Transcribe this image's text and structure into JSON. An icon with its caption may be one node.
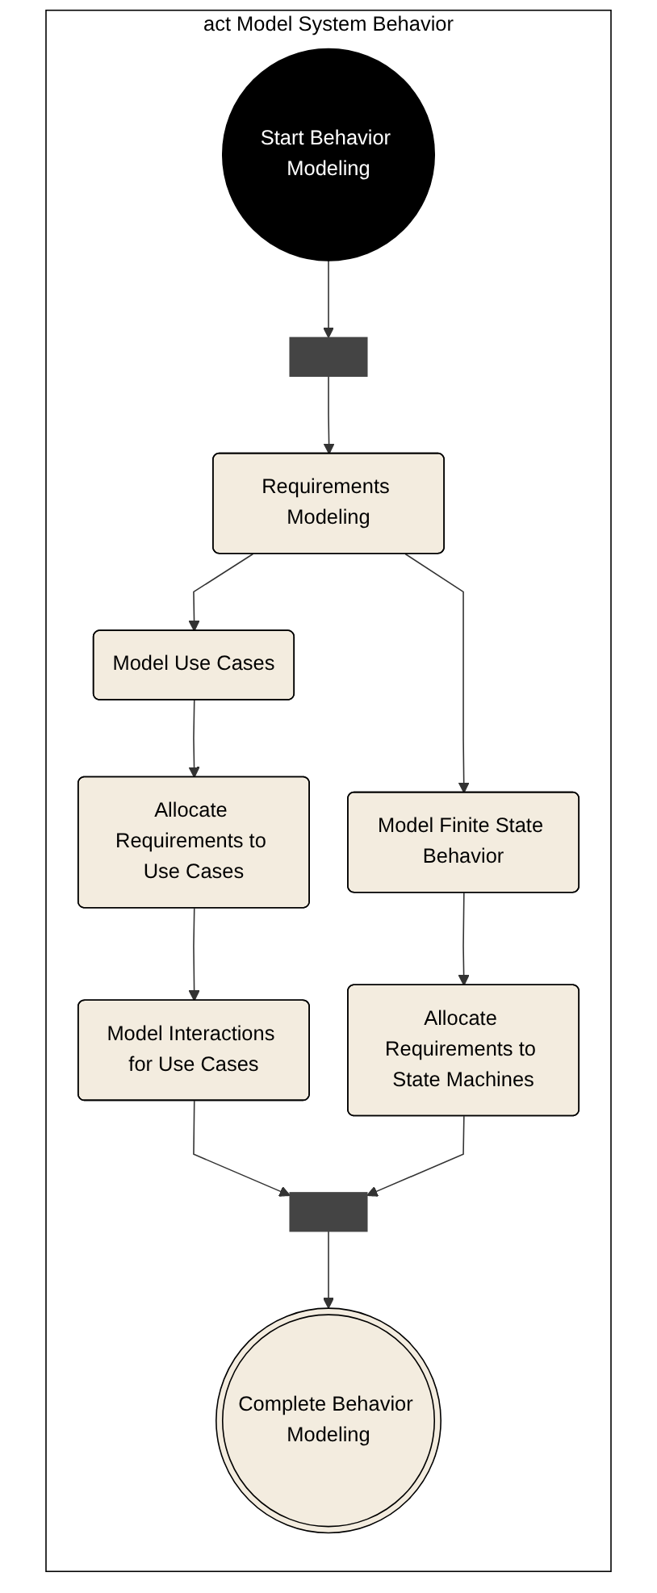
{
  "diagram": {
    "nodes": [
      {
        "text": [
          "act Model System Behavior"
        ]
      },
      {
        "text": [
          "Start Behavior Modeling"
        ],
        "in": 0
      },
      {
        "text": [],
        "shape": "bar",
        "in": 0
      },
      {
        "text": [
          "Requirements Modeling"
        ],
        "in": 0
      },
      {
        "text": [
          "Model Use Cases"
        ],
        "in": 0
      },
      {
        "text": [
          "Model Finite State Behavior"
        ],
        "in": 0
      },
      {
        "text": [
          "Allocate Requirements to Use Cases"
        ],
        "in": 0
      },
      {
        "text": [
          "Allocate Requirements to State Machines"
        ],
        "in": 0
      },
      {
        "text": [
          "Model Interactions for Use Cases"
        ],
        "in": 0
      },
      {
        "text": [],
        "shape": "bar",
        "in": 0
      },
      {
        "text": [
          "Complete Behavior Modeling"
        ],
        "in": 0
      }
    ],
    "edges": [
      {
        "from": 1,
        "to": 2,
        "arrow": "to"
      },
      {
        "from": 2,
        "to": 3,
        "arrow": "to"
      },
      {
        "from": 3,
        "to": 4,
        "arrow": "to"
      },
      {
        "from": 3,
        "to": 5,
        "arrow": "to"
      },
      {
        "from": 4,
        "to": 6,
        "arrow": "to"
      },
      {
        "from": 5,
        "to": 7,
        "arrow": "to"
      },
      {
        "from": 6,
        "to": 8,
        "arrow": "to"
      },
      {
        "from": 8,
        "to": 9,
        "arrow": "to"
      },
      {
        "from": 7,
        "to": 9,
        "arrow": "to"
      },
      {
        "from": 9,
        "to": 10,
        "arrow": "to"
      }
    ]
  }
}
